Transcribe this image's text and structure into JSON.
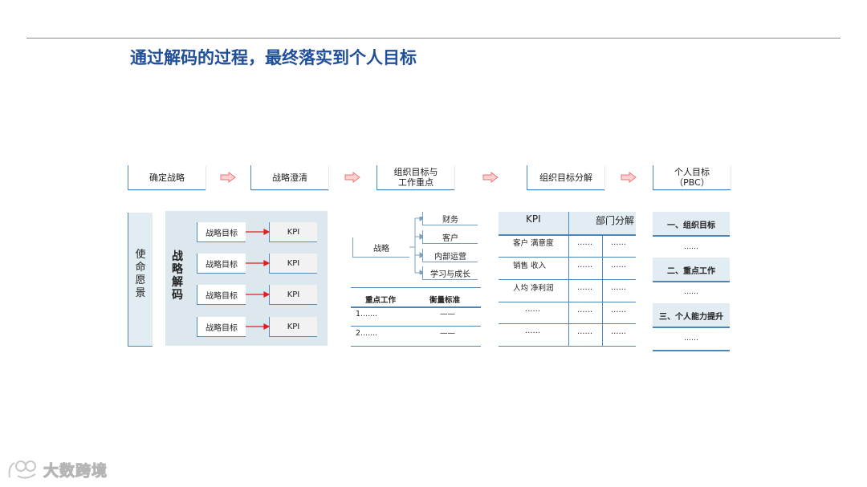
{
  "title": "通过解码的过程，最终落实到个人目标",
  "steps": [
    "确定战略",
    "战略澄清",
    "组织目标与\n工作重点",
    "组织目标分解",
    "个人目标\n（PBC）"
  ],
  "mission": "使\n命\n愿\n景",
  "decode": {
    "label": "战\n略\n解\n码",
    "rows": [
      {
        "goal": "战略目标",
        "kpi": "KPI"
      },
      {
        "goal": "战略目标",
        "kpi": "KPI"
      },
      {
        "goal": "战略目标",
        "kpi": "KPI"
      },
      {
        "goal": "战略目标",
        "kpi": "KPI"
      }
    ]
  },
  "bsc": {
    "strategy": "战略",
    "perspectives": [
      "财务",
      "客户",
      "内部运营",
      "学习与成长"
    ]
  },
  "key_work": {
    "headers": [
      "重点工作",
      "衡量标准"
    ],
    "rows": [
      [
        "1.......",
        "——"
      ],
      [
        "2.......",
        "——"
      ]
    ]
  },
  "kpi_table": {
    "headers": [
      "KPI",
      "部门分解"
    ],
    "rows": [
      [
        "客户 满意度",
        "……",
        "……"
      ],
      [
        "销售 收入",
        "……",
        "……"
      ],
      [
        "人均 净利润",
        "……",
        "……"
      ],
      [
        "……",
        "……",
        "……"
      ],
      [
        "……",
        "……",
        "……"
      ]
    ]
  },
  "pbc": {
    "sections": [
      {
        "title": "一、组织目标",
        "content": "……"
      },
      {
        "title": "二、重点工作",
        "content": "……"
      },
      {
        "title": "三、个人能力提升",
        "content": "……"
      }
    ]
  },
  "watermark": "大数跨境",
  "colors": {
    "title": "#1f4e9a",
    "arrow": "#f08080",
    "accent_line": "#4a86b8",
    "panel": "#dde8ee",
    "red": "#e02020"
  }
}
